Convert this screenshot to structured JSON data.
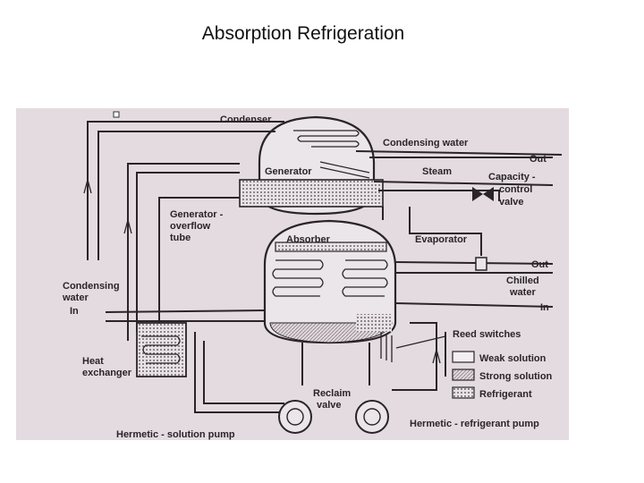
{
  "slide": {
    "title": "Absorption Refrigeration"
  },
  "diagram": {
    "labels": {
      "condenser": "Condenser",
      "condensing_water_top": "Condensing water",
      "out_top": "Out",
      "generator": "Generator",
      "steam": "Steam",
      "capacity_control_1": "Capacity -",
      "capacity_control_2": "control",
      "capacity_control_3": "valve",
      "gen_overflow_1": "Generator -",
      "gen_overflow_2": "overflow",
      "gen_overflow_3": "tube",
      "absorber": "Absorber",
      "evaporator": "Evaporator",
      "out_mid": "Out",
      "chilled_1": "Chilled",
      "chilled_2": "water",
      "in_right": "In",
      "condensing_left_1": "Condensing",
      "condensing_left_2": "water",
      "in_left": "In",
      "reed_switches": "Reed switches",
      "heat_exchanger_1": "Heat",
      "heat_exchanger_2": "exchanger",
      "reclaim_1": "Reclaim",
      "reclaim_2": "valve",
      "solution_pump": "Hermetic - solution pump",
      "refrigerant_pump": "Hermetic - refrigerant pump"
    },
    "legend": [
      {
        "label": "Weak solution"
      },
      {
        "label": "Strong solution"
      },
      {
        "label": "Refrigerant"
      }
    ]
  }
}
